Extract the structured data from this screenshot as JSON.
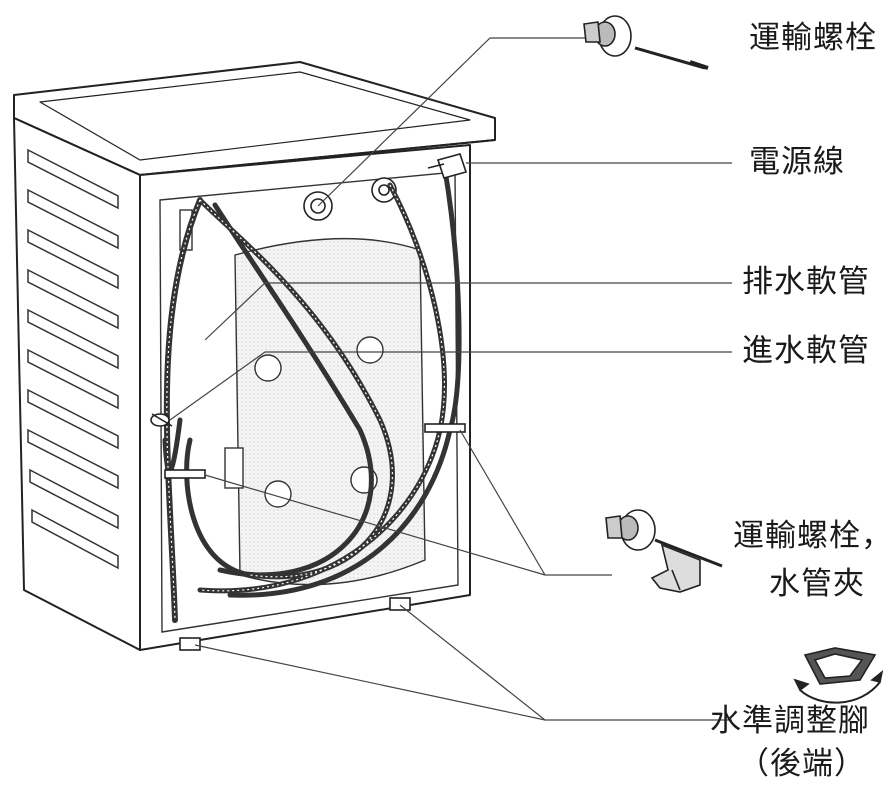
{
  "labels": {
    "shipping_bolt_top": "運輸螺栓",
    "power_cord": "電源線",
    "drain_hose": "排水軟管",
    "inlet_hose": "進水軟管",
    "shipping_bolt_clip_line1": "運輸螺栓，",
    "shipping_bolt_clip_line2": "水管夾",
    "leveling_feet_line1": "水準調整腳",
    "leveling_feet_line2": "（後端）"
  }
}
